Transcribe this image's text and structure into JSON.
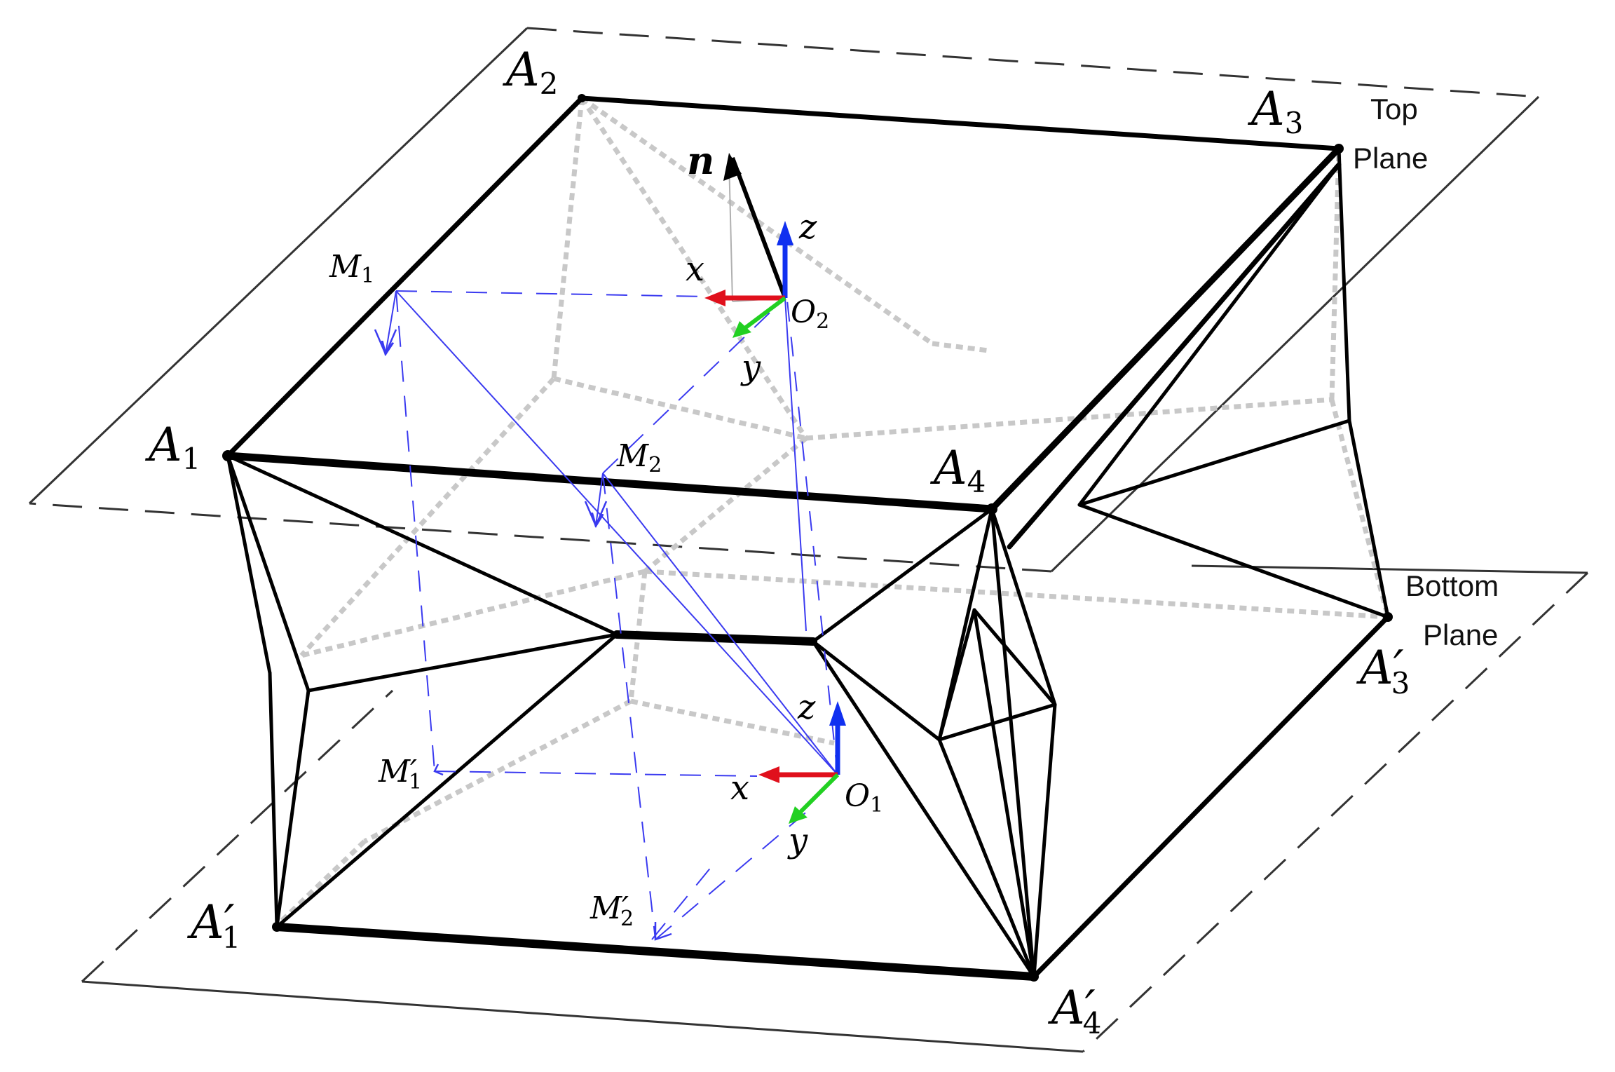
{
  "labels": {
    "A1": "A",
    "A1_sub": "1",
    "A2": "A",
    "A2_sub": "2",
    "A3": "A",
    "A3_sub": "3",
    "A4": "A",
    "A4_sub": "4",
    "A1p": "A′",
    "A1p_sub": "1",
    "A3p": "A′",
    "A3p_sub": "3",
    "A4p": "A′",
    "A4p_sub": "4",
    "M1": "M",
    "M1_sub": "1",
    "M2": "M",
    "M2_sub": "2",
    "M1p": "M′",
    "M1p_sub": "1",
    "M2p": "M′",
    "M2p_sub": "2",
    "O1": "O",
    "O1_sub": "1",
    "O2": "O",
    "O2_sub": "2",
    "n": "n",
    "x_top": "x",
    "y_top": "y",
    "z_top": "z",
    "x_bot": "x",
    "y_bot": "y",
    "z_bot": "z"
  },
  "planes": {
    "top_line1": "Top",
    "top_line2": "Plane",
    "bottom_line1": "Bottom",
    "bottom_line2": "Plane"
  },
  "colors": {
    "structure": "#000000",
    "hidden": "#c8c8c8",
    "construction": "#3a3af0",
    "axis_x": "#e0101c",
    "axis_y": "#22d022",
    "axis_z": "#1030f0",
    "plane": "#333333"
  }
}
